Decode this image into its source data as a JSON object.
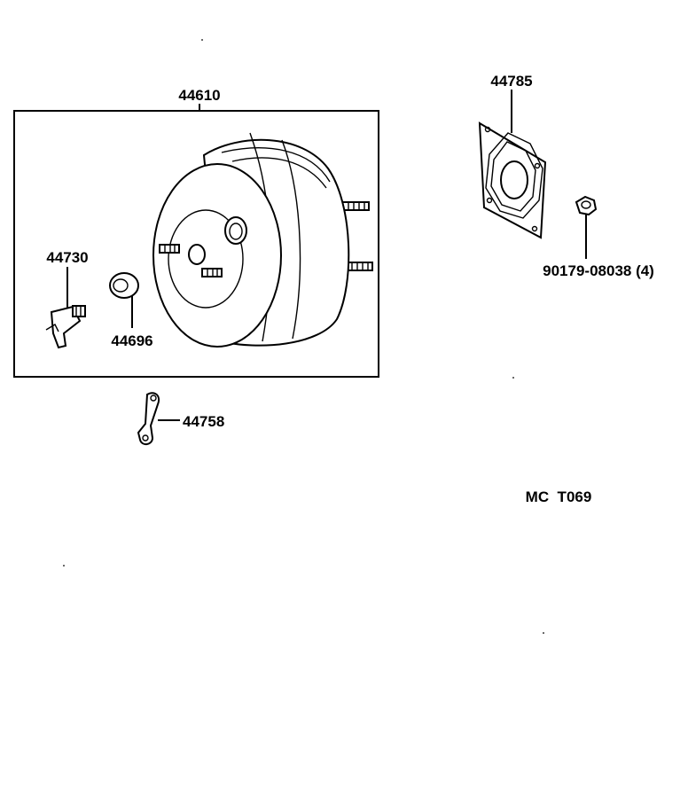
{
  "diagram": {
    "callouts": {
      "booster": "44610",
      "gasket": "44785",
      "nut": "90179-08038 (4)",
      "check_valve": "44730",
      "grommet": "44696",
      "bracket": "44758"
    },
    "ref_code": "MC  T069"
  }
}
